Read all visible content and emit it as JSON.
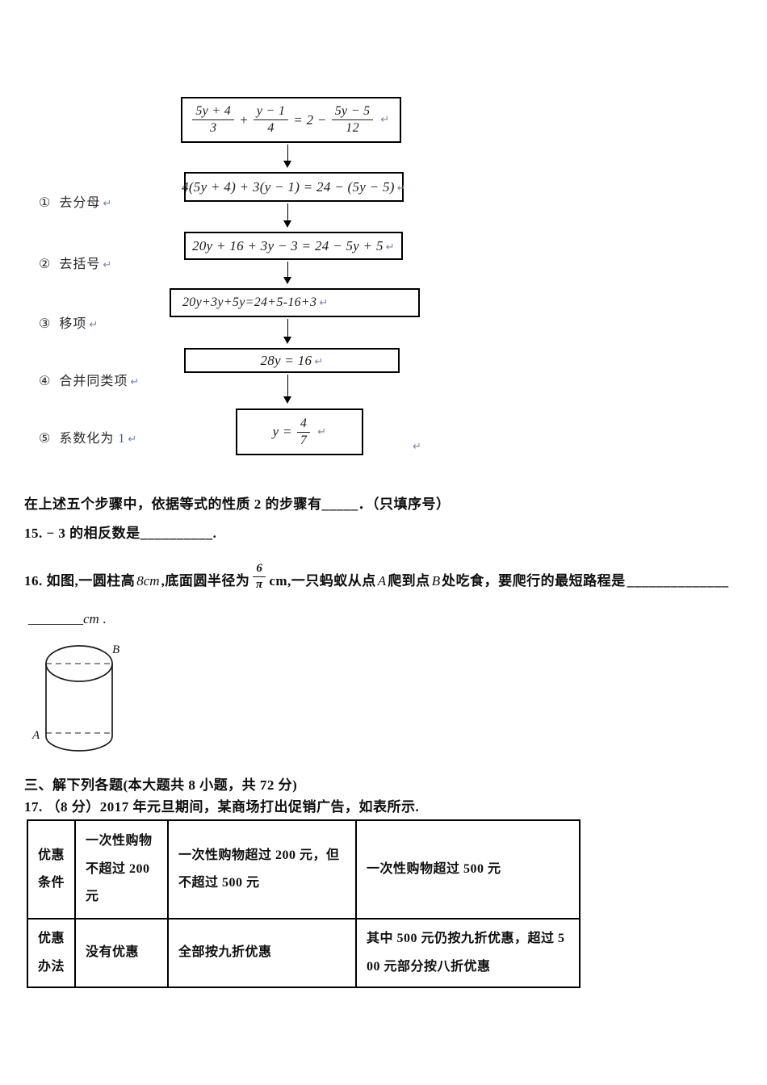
{
  "marks": {
    "ret": "↵"
  },
  "flowchart": {
    "eq1": {
      "n1": "5y + 4",
      "d1": "3",
      "op": "+",
      "n2": "y − 1",
      "d2": "4",
      "mid": "= 2 −",
      "n3": "5y − 5",
      "d3": "12"
    },
    "eq2": "4(5y + 4) + 3(y − 1) = 24 − (5y − 5)",
    "eq3": "20y + 16 + 3y − 3 = 24 − 5y + 5",
    "eq4": "20y+3y+5y=24+5-16+3",
    "eq5": "28y = 16",
    "eq6": {
      "lhs": "y =",
      "n": "4",
      "d": "7"
    },
    "steps": [
      {
        "badge": "①",
        "label": "去分母"
      },
      {
        "badge": "②",
        "label": "去括号"
      },
      {
        "badge": "③",
        "label": "移项"
      },
      {
        "badge": "④",
        "label": "合并同类项"
      },
      {
        "badge": "⑤",
        "label": "系数化为 ",
        "suffix": "1"
      }
    ]
  },
  "questions": {
    "summary": "在上述五个步骤中，依据等式的性质 2 的步骤有_____．（只填序号）",
    "q15": "15.  − 3 的相反数是__________.",
    "q16": {
      "pre": "16. 如图,一圆柱高",
      "h": "8cm",
      "m1": ",底面圆半径为",
      "fn": "6",
      "fd": "π",
      "m2": "cm,一只蚂蚁从点",
      "pa": "A",
      "m3": "爬到点",
      "pb": "B",
      "m4": "处吃食，要爬行的最短路程是",
      "blank": "______________"
    },
    "unit_line": {
      "blank": "________",
      "unit": "cm",
      "dot": " ."
    },
    "figure": {
      "label_a": "A",
      "label_b": "B"
    }
  },
  "section3": {
    "title": "三、解下列各题(本大题共 8 小题，共 72 分)",
    "q17": "17. （8 分）2017 年元旦期间，某商场打出促销广告，如表所示."
  },
  "table": {
    "rows": [
      {
        "header": "优惠条件",
        "cells": [
          "一次性购物 不超过 200 元",
          "一次性购物超过 200 元，但 不超过 500 元",
          "一次性购物超过 500 元"
        ]
      },
      {
        "header": "优惠办法",
        "cells": [
          "没有优惠",
          "全部按九折优惠",
          "其中 500 元仍按九折优惠，超过 500 元部分按八折优惠"
        ]
      }
    ]
  }
}
